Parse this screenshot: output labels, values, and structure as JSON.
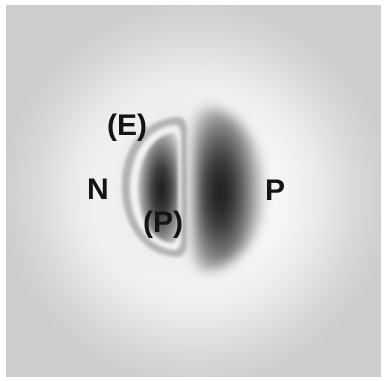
{
  "labels": {
    "electrophilic_region": "(E)",
    "north_side": "N",
    "east_side": "P",
    "inner_region": "(P)"
  }
}
